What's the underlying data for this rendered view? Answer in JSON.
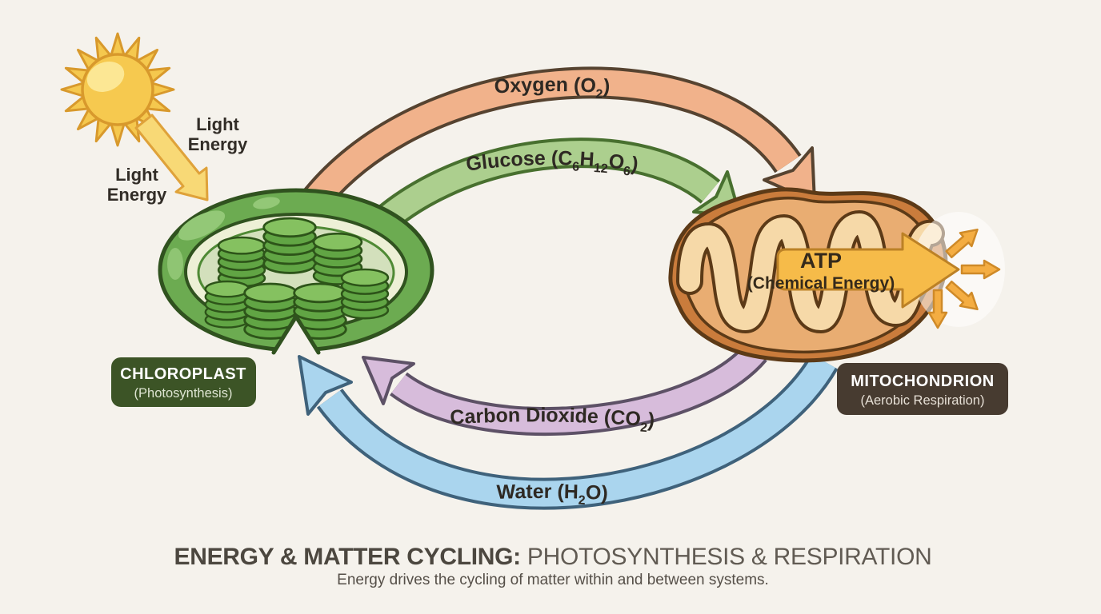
{
  "background": "#f5f2ec",
  "sun": {
    "body_fill": "#f6c94f",
    "outline": "#d8982c",
    "beam_fill": "#f8d976",
    "label_right": {
      "line1": "Light",
      "line2": "Energy"
    },
    "label_left": {
      "line1": "Light",
      "line2": "Energy"
    }
  },
  "flows": {
    "oxygen": {
      "fill": "#f1b28b",
      "outline": "#564330",
      "label_parts": [
        "Oxygen (O",
        "2",
        ")"
      ]
    },
    "glucose": {
      "fill": "#accf8e",
      "outline": "#48702f",
      "label_parts": [
        "Glucose (C",
        "6",
        "H",
        "12",
        "O",
        "6",
        ")"
      ]
    },
    "carbon_dioxide": {
      "fill": "#d7bcdb",
      "outline": "#5d5166",
      "label_parts": [
        "Carbon Dioxide (CO",
        "2",
        ")"
      ]
    },
    "water": {
      "fill": "#aad5ee",
      "outline": "#3f627b",
      "label_parts": [
        "Water (H",
        "2",
        "O)"
      ]
    },
    "atp": {
      "fill": "#f6bb49",
      "outline": "#bc8126",
      "label_line1": "ATP",
      "label_line2": "(Chemical Energy)"
    }
  },
  "organelles": {
    "chloroplast": {
      "body_fill": "#6cab51",
      "outline": "#30521f",
      "inner_ring_fill": "#edf0d6",
      "stroma_fill": "#d3e0bc",
      "granum_fill": "#61a544",
      "badge_fill": "#3c5426",
      "badge_title": "CHLOROPLAST",
      "badge_subtitle": "(Photosynthesis)"
    },
    "mitochondrion": {
      "body_fill": "#ca7c3c",
      "outline": "#5c3a17",
      "inner_fill": "#e9ad72",
      "cristae_fill": "#f6d9a8",
      "badge_fill": "#473b30",
      "badge_title": "MITOCHONDRION",
      "badge_subtitle": "(Aerobic Respiration)"
    }
  },
  "energy_release_arrow_fill": "#f4ad42",
  "footer": {
    "title_strong": "ENERGY & MATTER CYCLING:",
    "title_light": " PHOTOSYNTHESIS & RESPIRATION",
    "subtitle": "Energy drives the cycling of matter within and between systems.",
    "text_color": "#55504a"
  }
}
